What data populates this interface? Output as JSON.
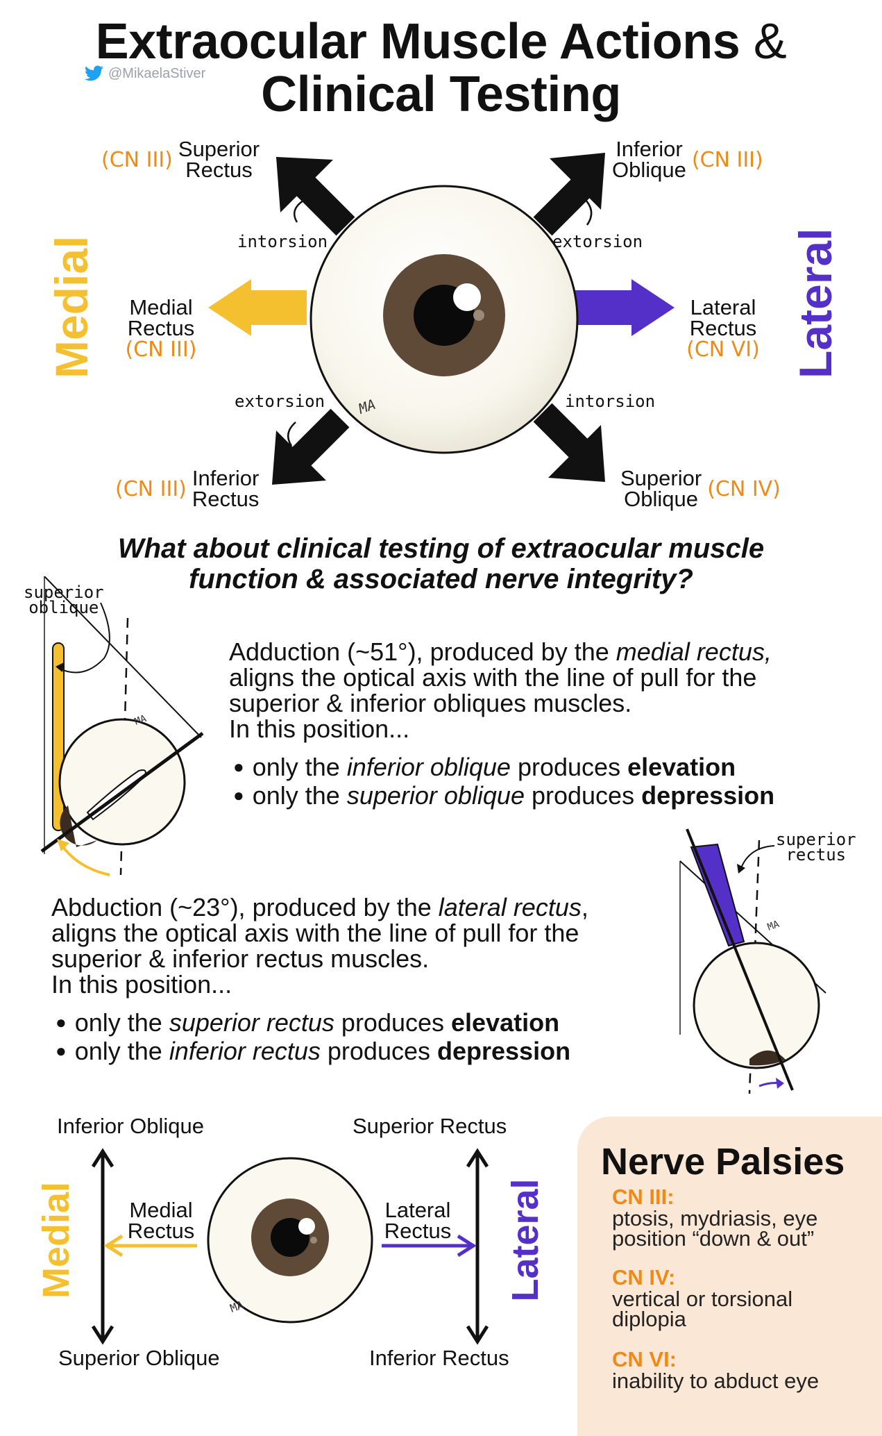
{
  "header": {
    "title_line1": "Extraocular Muscle Actions",
    "title_amp": "&",
    "title_line2": "Clinical Testing",
    "handle": "@MikaelaStiver"
  },
  "diagram": {
    "sides": {
      "medial": "Medial",
      "lateral": "Lateral"
    },
    "muscles": {
      "superior_rectus": {
        "name": "Superior Rectus",
        "line1": "Superior",
        "line2": "Rectus",
        "nerve": "(CN III)"
      },
      "inferior_oblique": {
        "name": "Inferior Oblique",
        "line1": "Inferior",
        "line2": "Oblique",
        "nerve": "(CN III)"
      },
      "medial_rectus": {
        "line1": "Medial",
        "line2": "Rectus",
        "nerve": "(CN III)"
      },
      "lateral_rectus": {
        "line1": "Lateral",
        "line2": "Rectus",
        "nerve": "(CN VI)"
      },
      "inferior_rectus": {
        "name": "Inferior Rectus",
        "line1": "Inferior",
        "line2": "Rectus",
        "nerve": "(CN III)"
      },
      "superior_oblique": {
        "name": "Superior Oblique",
        "line1": "Superior",
        "line2": "Oblique",
        "nerve": "(CN IV)"
      }
    },
    "torsion": {
      "superior_rectus": "intorsion",
      "inferior_oblique": "extorsion",
      "inferior_rectus": "extorsion",
      "superior_oblique": "intorsion"
    },
    "signature": "MA",
    "colors": {
      "medial": "#f5c030",
      "lateral": "#5530c8",
      "nerve": "#ef8a17",
      "iris": "#5e4a37"
    }
  },
  "question": {
    "line1": "What about clinical testing of extraocular muscle",
    "line2": "function & associated nerve integrity?"
  },
  "adduction": {
    "label_line1": "superior",
    "label_line2": "oblique",
    "text": {
      "p1": "Adduction (~51°), produced by the ",
      "p1_em": "medial rectus,",
      "line2": "aligns the optical axis with the line of pull for the",
      "line3": "superior & inferior obliques muscles.",
      "line4": "In this position..."
    },
    "bullets": [
      {
        "a": "only the ",
        "em": "inferior oblique",
        "b": " produces ",
        "strong": "elevation"
      },
      {
        "a": "only the ",
        "em": "superior oblique",
        "b": " produces ",
        "strong": "depression"
      }
    ]
  },
  "abduction": {
    "label_line1": "superior",
    "label_line2": "rectus",
    "text": {
      "p1": "Abduction (~23°), produced by the ",
      "p1_em": "lateral rectus",
      "p1_end": ",",
      "line2": "aligns the optical axis with the line of pull for the",
      "line3": "superior & inferior rectus muscles.",
      "line4": "In this position..."
    },
    "bullets": [
      {
        "a": "only the ",
        "em": "superior rectus",
        "b": " produces ",
        "strong": "elevation"
      },
      {
        "a": "only the ",
        "em": "inferior rectus",
        "b": " produces ",
        "strong": "depression"
      }
    ]
  },
  "palsies": {
    "title": "Nerve Palsies",
    "items": [
      {
        "nerve": "CN III:",
        "line1": "ptosis, mydriasis, eye",
        "line2": "position “down & out”"
      },
      {
        "nerve": "CN IV:",
        "line1": "vertical or torsional",
        "line2": "diplopia"
      },
      {
        "nerve": "CN VI:",
        "line1": "inability to abduct eye",
        "line2": ""
      }
    ]
  }
}
